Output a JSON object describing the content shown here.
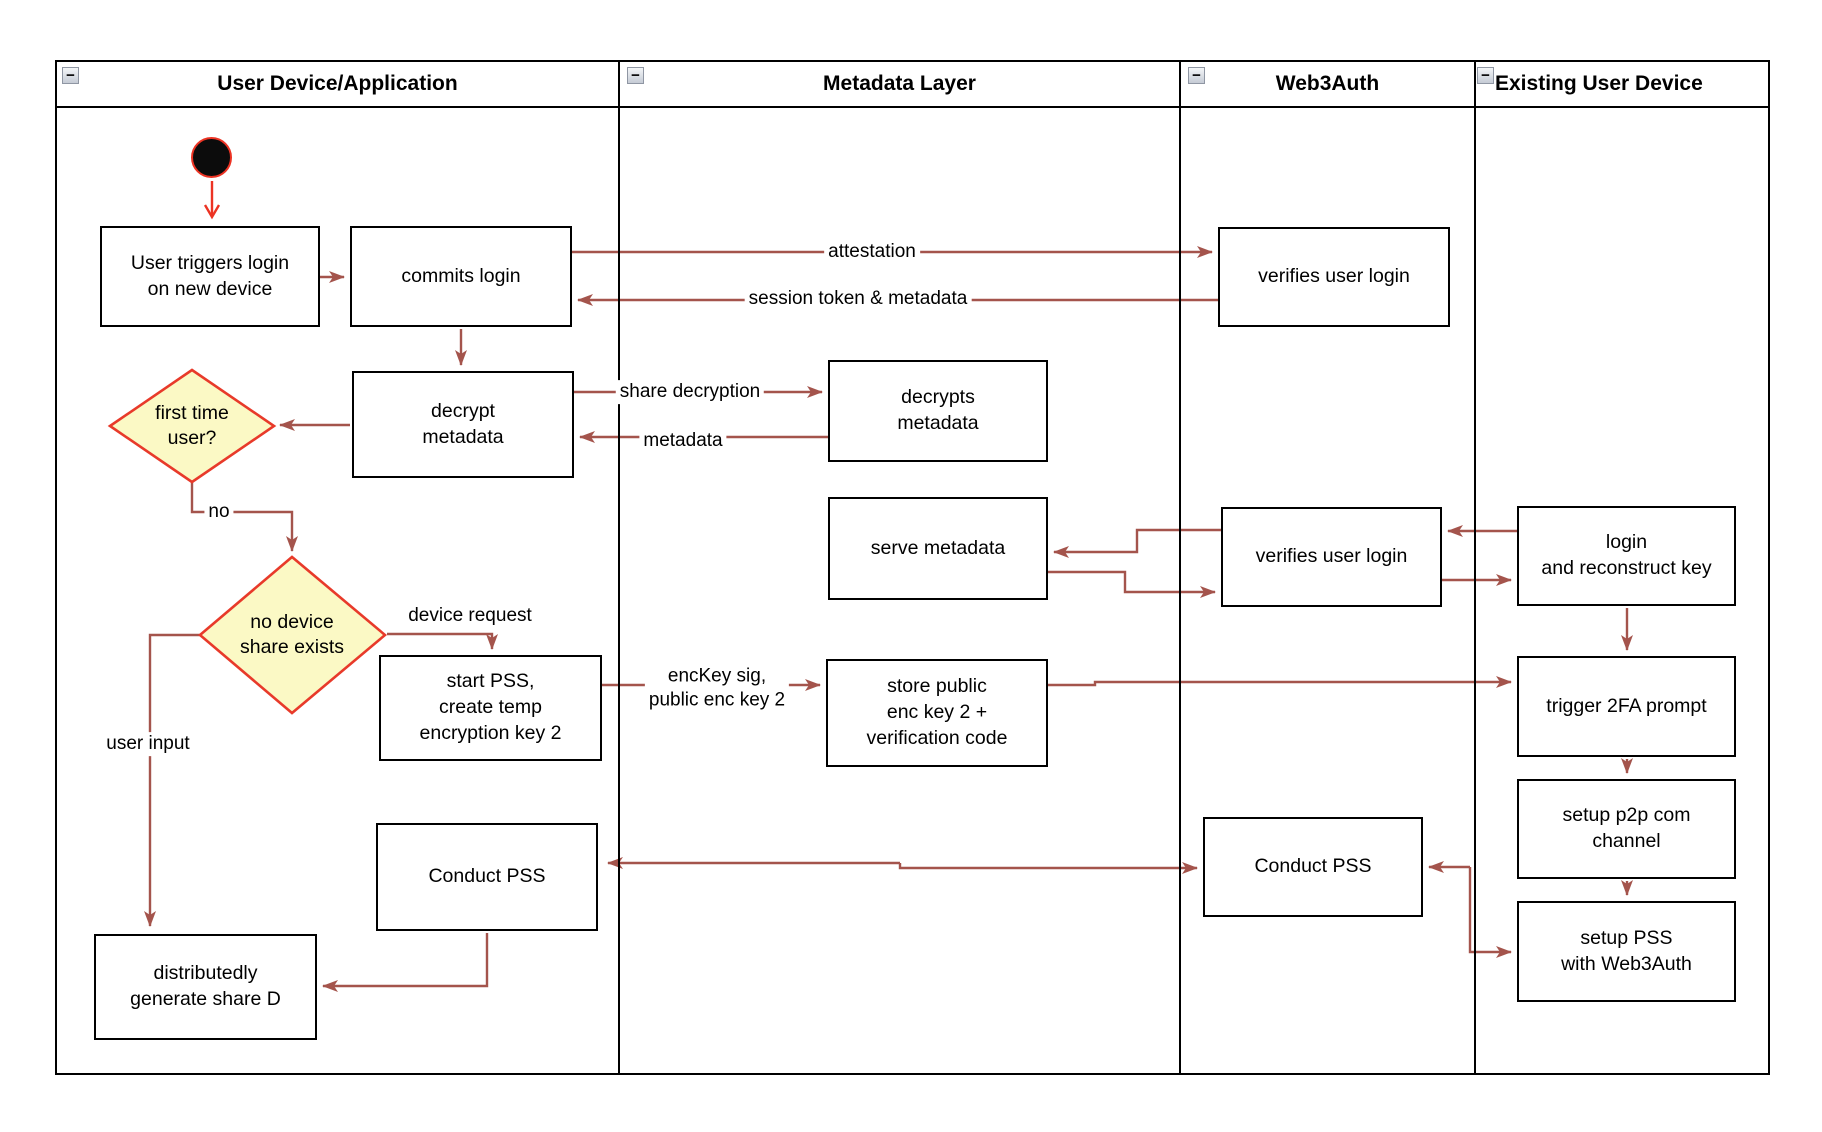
{
  "diagram": {
    "collapse_glyph": "−",
    "lanes": [
      {
        "title": "User Device/Application"
      },
      {
        "title": "Metadata Layer"
      },
      {
        "title": "Web3Auth"
      },
      {
        "title": "Existing User Device"
      }
    ],
    "nodes": {
      "user_triggers": "User triggers login\non new device",
      "commits_login": "commits login",
      "decrypt_metadata": "decrypt\nmetadata",
      "first_time_user": "first time\nuser?",
      "no_device_share": "no device\nshare exists",
      "start_pss": "start PSS,\ncreate temp\nencryption key 2",
      "conduct_pss_user": "Conduct PSS",
      "distributedly": "distributedly\ngenerate share D",
      "decrypts_metadata": "decrypts\nmetadata",
      "serve_metadata": "serve metadata",
      "store_public": "store public\nenc key 2 +\nverification code",
      "verifies_top": "verifies user login",
      "verifies_mid": "verifies user login",
      "conduct_pss_web3": "Conduct PSS",
      "login_reconstruct": "login\nand reconstruct key",
      "trigger_2fa": "trigger 2FA prompt",
      "setup_p2p": "setup p2p com\nchannel",
      "setup_pss": "setup PSS\nwith Web3Auth"
    },
    "edge_labels": {
      "attestation": "attestation",
      "session": "session token & metadata",
      "share_decryption": "share decryption",
      "metadata": "metadata",
      "device_request": "device request",
      "enckey": "encKey sig,\npublic enc key 2",
      "no": "no",
      "user_input": "user input"
    },
    "colors": {
      "arrow": "#A4544C",
      "start_accent": "#EC3323",
      "decision_fill": "#FBF9C5",
      "decision_border": "#E83A2A",
      "border": "#000000"
    }
  }
}
